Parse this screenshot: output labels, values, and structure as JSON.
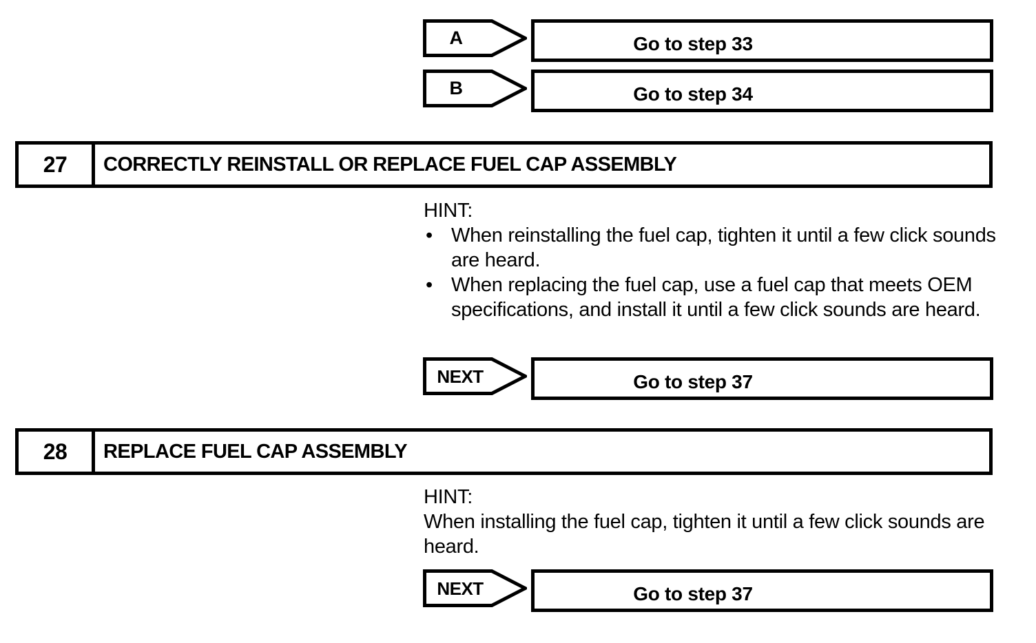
{
  "page": {
    "background": "#ffffff",
    "ink": "#000000"
  },
  "connectors_top": [
    {
      "tag": "A",
      "destination": "Go to step 33"
    },
    {
      "tag": "B",
      "destination": "Go to step 34"
    }
  ],
  "steps": [
    {
      "number": "27",
      "title": "CORRECTLY REINSTALL OR REPLACE FUEL CAP ASSEMBLY",
      "hint": {
        "label": "HINT:",
        "style": "bulleted",
        "bullet_glyph": "•",
        "items": [
          "When reinstalling the fuel cap, tighten it until a few click sounds are heard.",
          "When replacing the fuel cap, use a fuel cap that meets OEM specifications, and install it until a few click sounds are heard."
        ]
      },
      "connector": {
        "tag": "NEXT",
        "destination": "Go to step 37"
      }
    },
    {
      "number": "28",
      "title": "REPLACE FUEL CAP ASSEMBLY",
      "hint": {
        "label": "HINT:",
        "style": "plain",
        "items": [
          "When installing the fuel cap, tighten it until a few click sounds are heard."
        ]
      },
      "connector": {
        "tag": "NEXT",
        "destination": "Go to step 37"
      }
    }
  ]
}
